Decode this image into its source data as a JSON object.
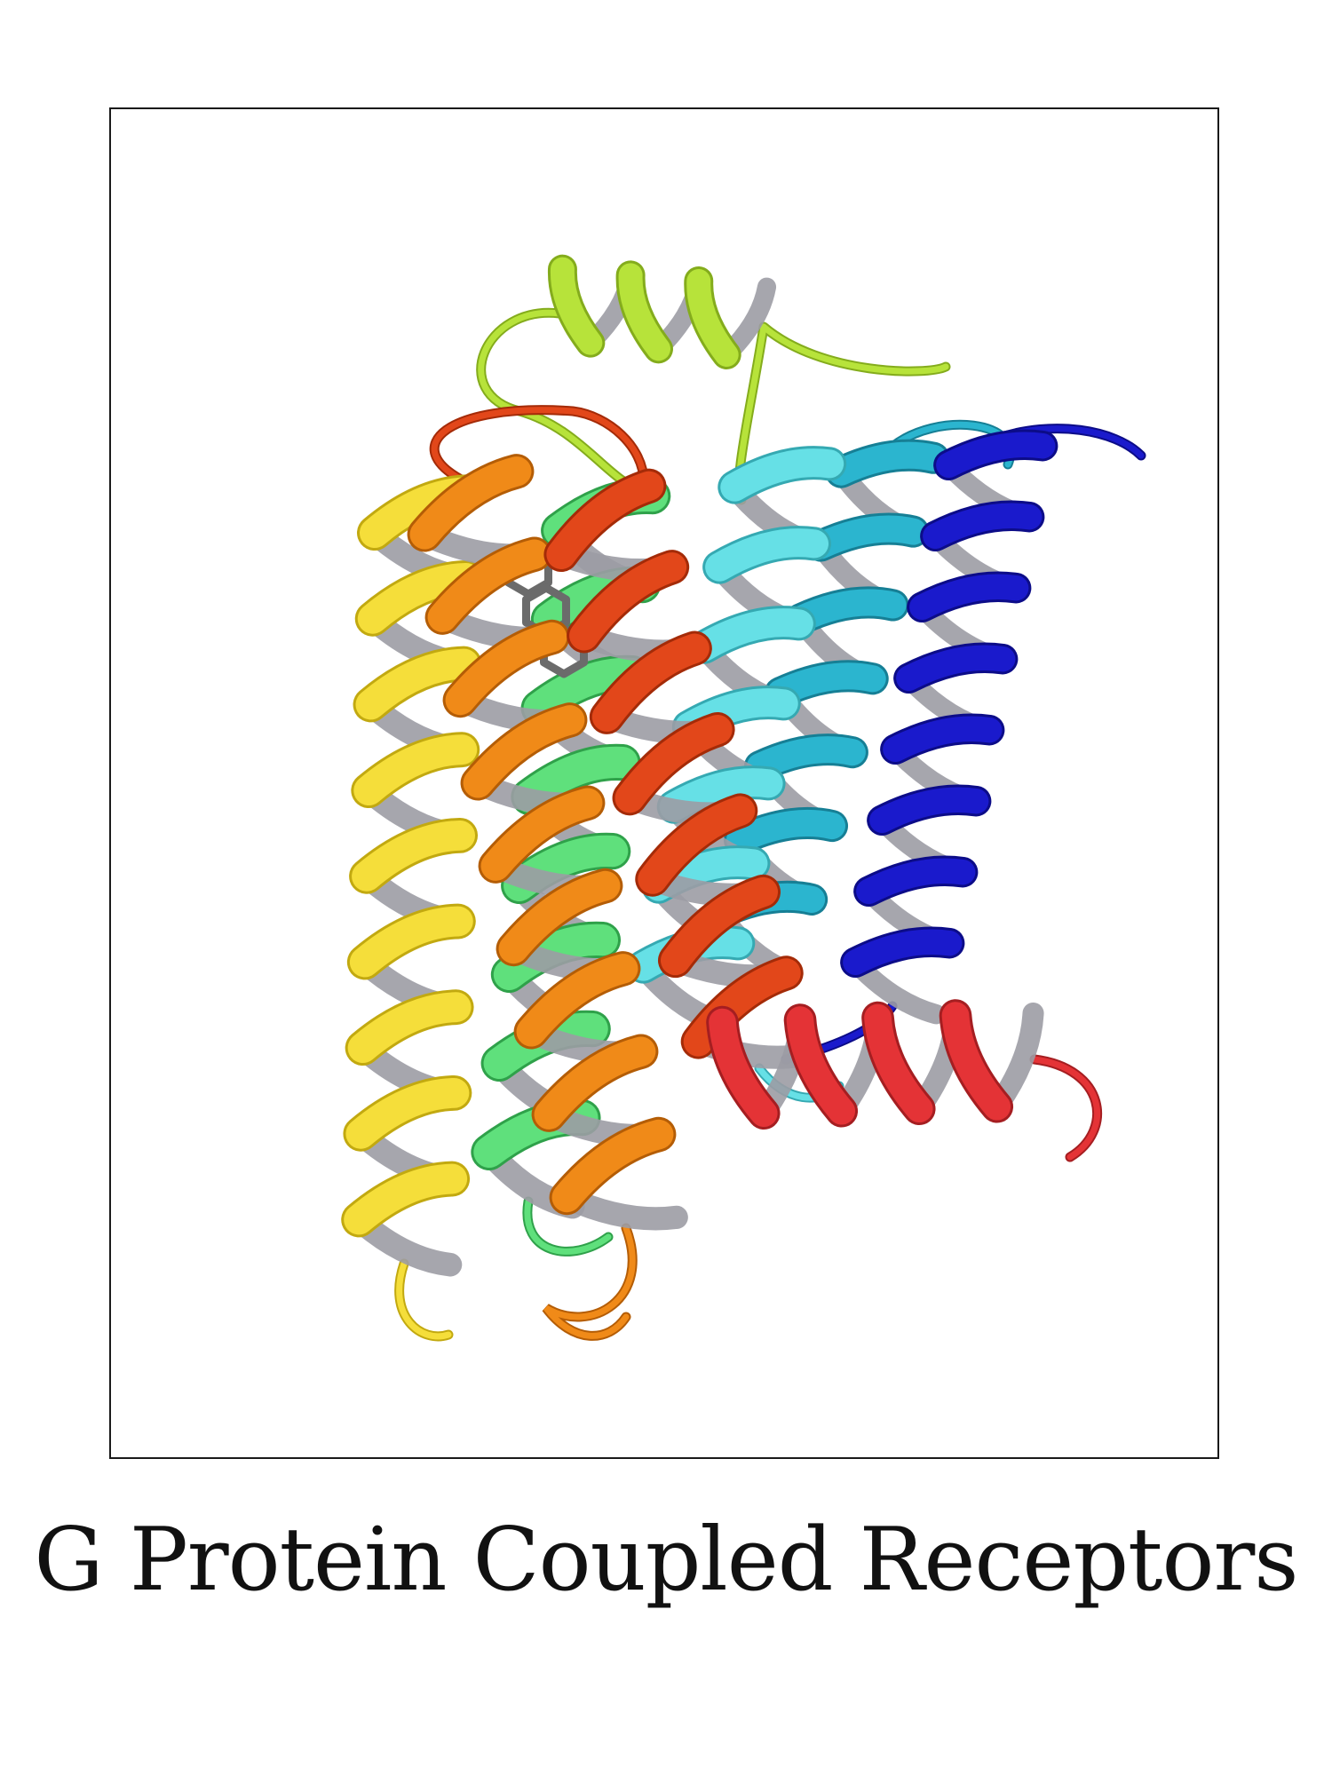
{
  "caption": {
    "text": "G Protein Coupled Receptors"
  },
  "figure": {
    "description_icon": "protein-ribbon-structure",
    "colors": {
      "frame_border": "#1a1a1a",
      "background": "#ffffff",
      "ligand": "#6b6b6b"
    },
    "helices": [
      {
        "id": "helix-1",
        "color": "#1a1acc",
        "dark": "#0c0c88"
      },
      {
        "id": "helix-2",
        "color": "#2bb5cf",
        "dark": "#167f95"
      },
      {
        "id": "helix-3",
        "color": "#66e0e6",
        "dark": "#35a9b2"
      },
      {
        "id": "helix-4",
        "color": "#5fe07c",
        "dark": "#2fa14a"
      },
      {
        "id": "helix-5",
        "color": "#f5de3a",
        "dark": "#c2a910"
      },
      {
        "id": "helix-6",
        "color": "#f08a18",
        "dark": "#b45d06"
      },
      {
        "id": "helix-7",
        "color": "#e2471a",
        "dark": "#a42b08"
      },
      {
        "id": "helix-8",
        "color": "#e43336",
        "dark": "#a51e21"
      },
      {
        "id": "loop-ecl2",
        "color": "#b7e33a",
        "dark": "#84ac1c"
      }
    ]
  }
}
